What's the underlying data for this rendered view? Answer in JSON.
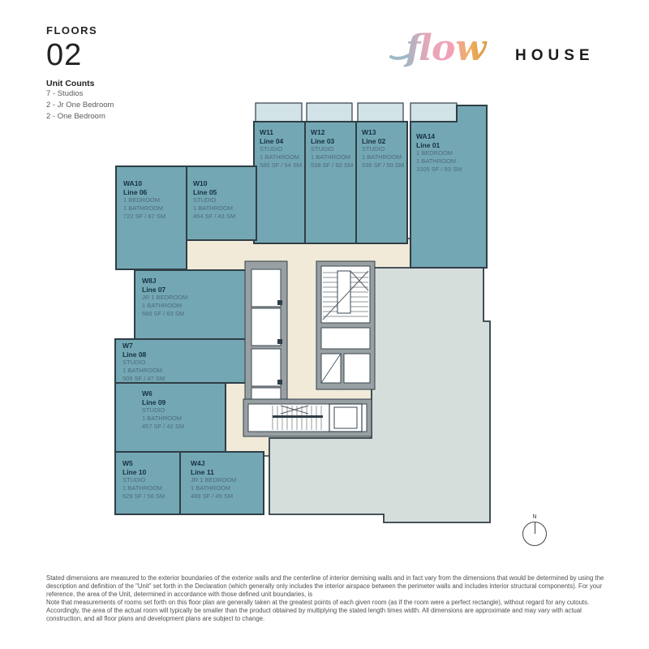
{
  "header": {
    "floors_label": "FLOORS",
    "floor_number": "02",
    "unit_counts_title": "Unit Counts",
    "counts": [
      "7 - Studios",
      "2 - Jr One Bedroom",
      "2 - One Bedroom"
    ]
  },
  "logo": {
    "script": "flow",
    "word": "HOUSE"
  },
  "units": [
    {
      "name": "W11",
      "line": "Line 04",
      "type": "STUDIO",
      "bath": "1 BATHROOM",
      "area": "580 SF / 54 SM"
    },
    {
      "name": "W12",
      "line": "Line 03",
      "type": "STUDIO",
      "bath": "1 BATHROOM",
      "area": "538 SF / 50 SM"
    },
    {
      "name": "W13",
      "line": "Line 02",
      "type": "STUDIO",
      "bath": "1 BATHROOM",
      "area": "536 SF / 50 SM"
    },
    {
      "name": "WA14",
      "line": "Line 01",
      "type": "1 BEDROOM",
      "bath": "1 BATHROOM",
      "area": "1005 SF / 93 SM"
    },
    {
      "name": "WA10",
      "line": "Line 06",
      "type": "1 BEDROOM",
      "bath": "1 BATHROOM",
      "area": "722 SF / 67 SM"
    },
    {
      "name": "W10",
      "line": "Line 05",
      "type": "STUDIO",
      "bath": "1 BATHROOM",
      "area": "464 SF / 43 SM"
    },
    {
      "name": "W8J",
      "line": "Line 07",
      "type": "JR 1 BEDROOM",
      "bath": "1 BATHROOM",
      "area": "680 SF / 63 SM"
    },
    {
      "name": "W7",
      "line": "Line 08",
      "type": "STUDIO",
      "bath": "1 BATHROOM",
      "area": "509 SF / 47 SM"
    },
    {
      "name": "W6",
      "line": "Line 09",
      "type": "STUDIO",
      "bath": "1 BATHROOM",
      "area": "457 SF / 42 SM"
    },
    {
      "name": "W5",
      "line": "Line 10",
      "type": "STUDIO",
      "bath": "1 BATHROOM",
      "area": "629 SF / 58 SM"
    },
    {
      "name": "W4J",
      "line": "Line 11",
      "type": "JR 1 BEDROOM",
      "bath": "1 BATHROOM",
      "area": "489 SF / 45 SM"
    }
  ],
  "compass": {
    "label": "N"
  },
  "disclaimer": {
    "p1": "Stated dimensions are measured to the exterior boundaries of the exterior walls and the centerline of interior demising walls and in fact vary from the dimensions that would be determined by using the description and definition of the \"Unit\" set forth in the Declaration (which generally only includes the interior airspace between the perimeter walls and includes interior structural components).  For your reference, the area of the Unit, determined in accordance with those defined unit boundaries, is",
    "p2": "Note that measurements of rooms set forth on this floor plan are generally taken at the greatest points of each given room (as if the room were a perfect rectangle), without regard for any cutouts.  Accordingly, the area of the actual room will typically be smaller than the product obtained by multiplying the stated length times width.  All dimensions are approximate and may vary with actual construction, and all floor plans and development plans are subject to change."
  },
  "palette": {
    "unit_fill": "#74a7b4",
    "balcony_fill": "#d2e3e8",
    "terrace_fill": "#d6dedc",
    "core_fill": "#f1ead9",
    "wall_gray": "#99a0a3",
    "outline": "#2f3e46"
  }
}
